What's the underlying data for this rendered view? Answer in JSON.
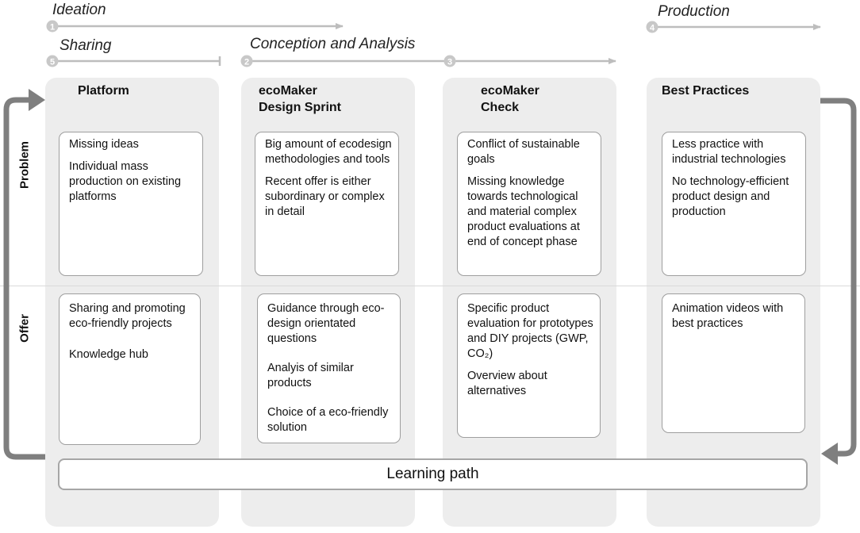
{
  "phases": {
    "ideation": {
      "label": "Ideation",
      "step": "1"
    },
    "sharing": {
      "label": "Sharing",
      "step": "5"
    },
    "conception": {
      "label": "Conception and Analysis",
      "step": "2"
    },
    "check_step": {
      "step": "3"
    },
    "production": {
      "label": "Production",
      "step": "4"
    }
  },
  "rows": {
    "problem": "Problem",
    "offer": "Offer"
  },
  "columns": [
    {
      "title": "Platform",
      "problem": [
        "Missing ideas",
        "Individual mass production on existing platforms"
      ],
      "offer": [
        "Sharing and promoting eco-friendly projects",
        "Knowledge hub"
      ]
    },
    {
      "title": "ecoMaker\nDesign Sprint",
      "problem": [
        "Big amount of ecodesign methodologies and tools",
        "Recent offer is either subordinary or complex in detail"
      ],
      "offer": [
        "Guidance through eco-design orientated questions",
        "Analyis of similar products",
        "Choice of a eco-friendly solution"
      ]
    },
    {
      "title": "ecoMaker\nCheck",
      "problem": [
        "Conflict of sustainable goals",
        "Missing knowledge towards technological and material complex product evaluations at end of concept phase"
      ],
      "offer": [
        "Specific product evaluation for prototypes and DIY projects (GWP, CO₂)",
        "Overview about alternatives"
      ]
    },
    {
      "title": "Best Practices",
      "problem": [
        "Less practice with industrial technologies",
        "No technology-efficient product design and production"
      ],
      "offer": [
        "Animation videos with best practices"
      ]
    }
  ],
  "learning_path": "Learning path",
  "colors": {
    "arrow": "#bdbdbd",
    "badge": "#c8c8c8",
    "loop_arrow": "#7f7f7f",
    "column_bg": "#ededed"
  }
}
